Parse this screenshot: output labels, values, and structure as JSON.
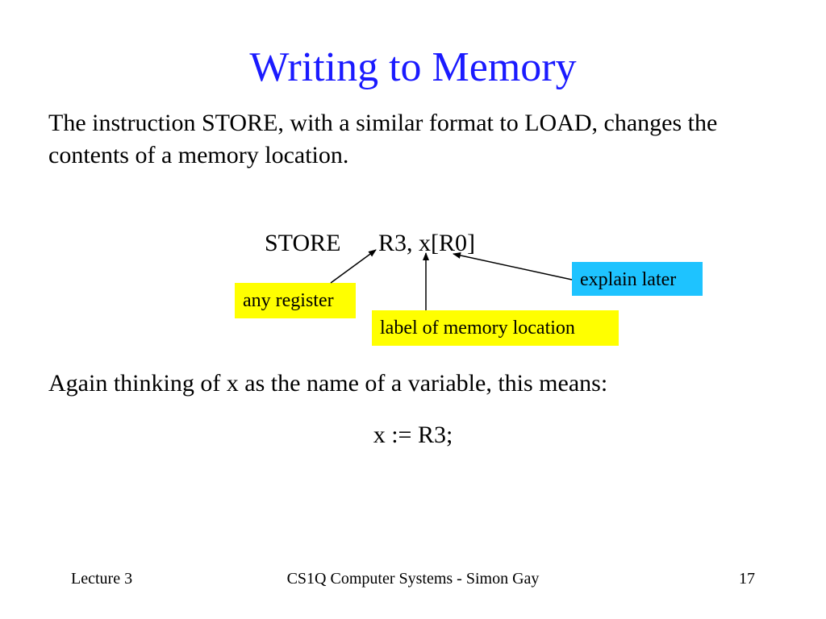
{
  "slide": {
    "title": "Writing to Memory",
    "intro": "The instruction STORE, with a similar format to LOAD, changes the contents of a memory location.",
    "instruction": {
      "opcode": "STORE",
      "operands": "R3, x[R0]"
    },
    "callouts": {
      "register": "any register",
      "label": "label of memory location",
      "explain": "explain later"
    },
    "meaning": "Again thinking of x as the name of a variable, this means:",
    "code": "x := R3;",
    "colors": {
      "title": "#1a1aff",
      "highlight_yellow": "#ffff00",
      "highlight_cyan": "#1ec3ff"
    }
  },
  "footer": {
    "left": "Lecture 3",
    "center": "CS1Q Computer Systems - Simon Gay",
    "page": "17"
  }
}
